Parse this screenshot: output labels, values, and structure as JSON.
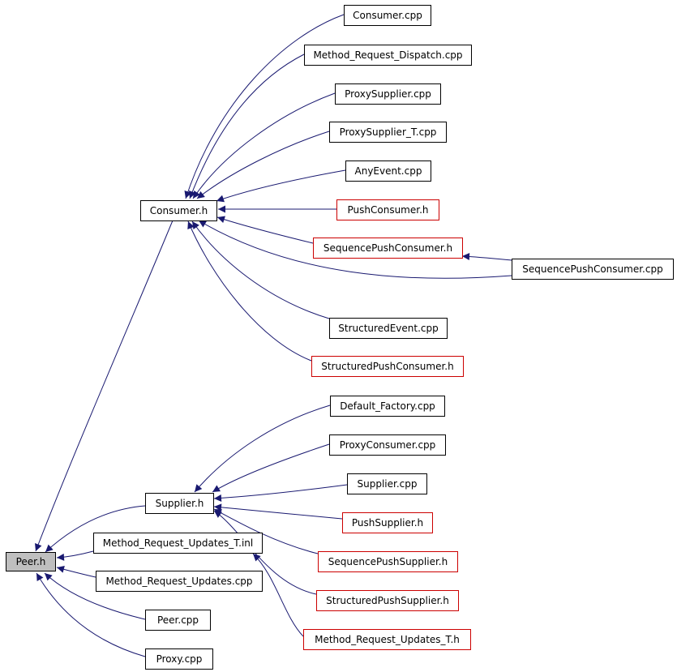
{
  "colors": {
    "edge": "#191970",
    "arrowhead": "#191970",
    "box_border_normal": "#000000",
    "box_border_undocumented": "#cc0000",
    "box_fill": "#ffffff",
    "box_fill_root": "#bfbfbf"
  },
  "nodes": [
    {
      "id": "peer_h",
      "label": "Peer.h",
      "style": "root"
    },
    {
      "id": "consumer_h",
      "label": "Consumer.h",
      "style": "normal"
    },
    {
      "id": "supplier_h",
      "label": "Supplier.h",
      "style": "normal"
    },
    {
      "id": "consumer_cpp",
      "label": "Consumer.cpp",
      "style": "normal"
    },
    {
      "id": "mrd_cpp",
      "label": "Method_Request_Dispatch.cpp",
      "style": "normal"
    },
    {
      "id": "proxysupplier_cpp",
      "label": "ProxySupplier.cpp",
      "style": "normal"
    },
    {
      "id": "proxysupplier_t_cpp",
      "label": "ProxySupplier_T.cpp",
      "style": "normal"
    },
    {
      "id": "anyevent_cpp",
      "label": "AnyEvent.cpp",
      "style": "normal"
    },
    {
      "id": "pushconsumer_h",
      "label": "PushConsumer.h",
      "style": "undocumented"
    },
    {
      "id": "seqpushconsumer_h",
      "label": "SequencePushConsumer.h",
      "style": "undocumented"
    },
    {
      "id": "seqpushconsumer_cpp",
      "label": "SequencePushConsumer.cpp",
      "style": "normal"
    },
    {
      "id": "structuredevent_cpp",
      "label": "StructuredEvent.cpp",
      "style": "normal"
    },
    {
      "id": "structpushconsumer_h",
      "label": "StructuredPushConsumer.h",
      "style": "undocumented"
    },
    {
      "id": "default_factory_cpp",
      "label": "Default_Factory.cpp",
      "style": "normal"
    },
    {
      "id": "proxyconsumer_cpp",
      "label": "ProxyConsumer.cpp",
      "style": "normal"
    },
    {
      "id": "supplier_cpp",
      "label": "Supplier.cpp",
      "style": "normal"
    },
    {
      "id": "pushsupplier_h",
      "label": "PushSupplier.h",
      "style": "undocumented"
    },
    {
      "id": "seqpushsupplier_h",
      "label": "SequencePushSupplier.h",
      "style": "undocumented"
    },
    {
      "id": "structpushsupplier_h",
      "label": "StructuredPushSupplier.h",
      "style": "undocumented"
    },
    {
      "id": "mru_t_inl",
      "label": "Method_Request_Updates_T.inl",
      "style": "normal"
    },
    {
      "id": "mru_t_h",
      "label": "Method_Request_Updates_T.h",
      "style": "undocumented"
    },
    {
      "id": "mru_cpp",
      "label": "Method_Request_Updates.cpp",
      "style": "normal"
    },
    {
      "id": "peer_cpp",
      "label": "Peer.cpp",
      "style": "normal"
    },
    {
      "id": "proxy_cpp",
      "label": "Proxy.cpp",
      "style": "normal"
    }
  ],
  "edges": [
    {
      "from": "consumer_cpp",
      "to": "consumer_h"
    },
    {
      "from": "mrd_cpp",
      "to": "consumer_h"
    },
    {
      "from": "proxysupplier_cpp",
      "to": "consumer_h"
    },
    {
      "from": "proxysupplier_t_cpp",
      "to": "consumer_h"
    },
    {
      "from": "anyevent_cpp",
      "to": "consumer_h"
    },
    {
      "from": "pushconsumer_h",
      "to": "consumer_h"
    },
    {
      "from": "seqpushconsumer_h",
      "to": "consumer_h"
    },
    {
      "from": "seqpushconsumer_cpp",
      "to": "consumer_h"
    },
    {
      "from": "seqpushconsumer_cpp",
      "to": "seqpushconsumer_h"
    },
    {
      "from": "structuredevent_cpp",
      "to": "consumer_h"
    },
    {
      "from": "structpushconsumer_h",
      "to": "consumer_h"
    },
    {
      "from": "consumer_h",
      "to": "peer_h"
    },
    {
      "from": "default_factory_cpp",
      "to": "supplier_h"
    },
    {
      "from": "proxyconsumer_cpp",
      "to": "supplier_h"
    },
    {
      "from": "supplier_cpp",
      "to": "supplier_h"
    },
    {
      "from": "pushsupplier_h",
      "to": "supplier_h"
    },
    {
      "from": "seqpushsupplier_h",
      "to": "supplier_h"
    },
    {
      "from": "structpushsupplier_h",
      "to": "supplier_h"
    },
    {
      "from": "supplier_h",
      "to": "peer_h"
    },
    {
      "from": "mru_t_h",
      "to": "mru_t_inl"
    },
    {
      "from": "mru_t_inl",
      "to": "peer_h"
    },
    {
      "from": "mru_cpp",
      "to": "peer_h"
    },
    {
      "from": "peer_cpp",
      "to": "peer_h"
    },
    {
      "from": "proxy_cpp",
      "to": "peer_h"
    }
  ]
}
